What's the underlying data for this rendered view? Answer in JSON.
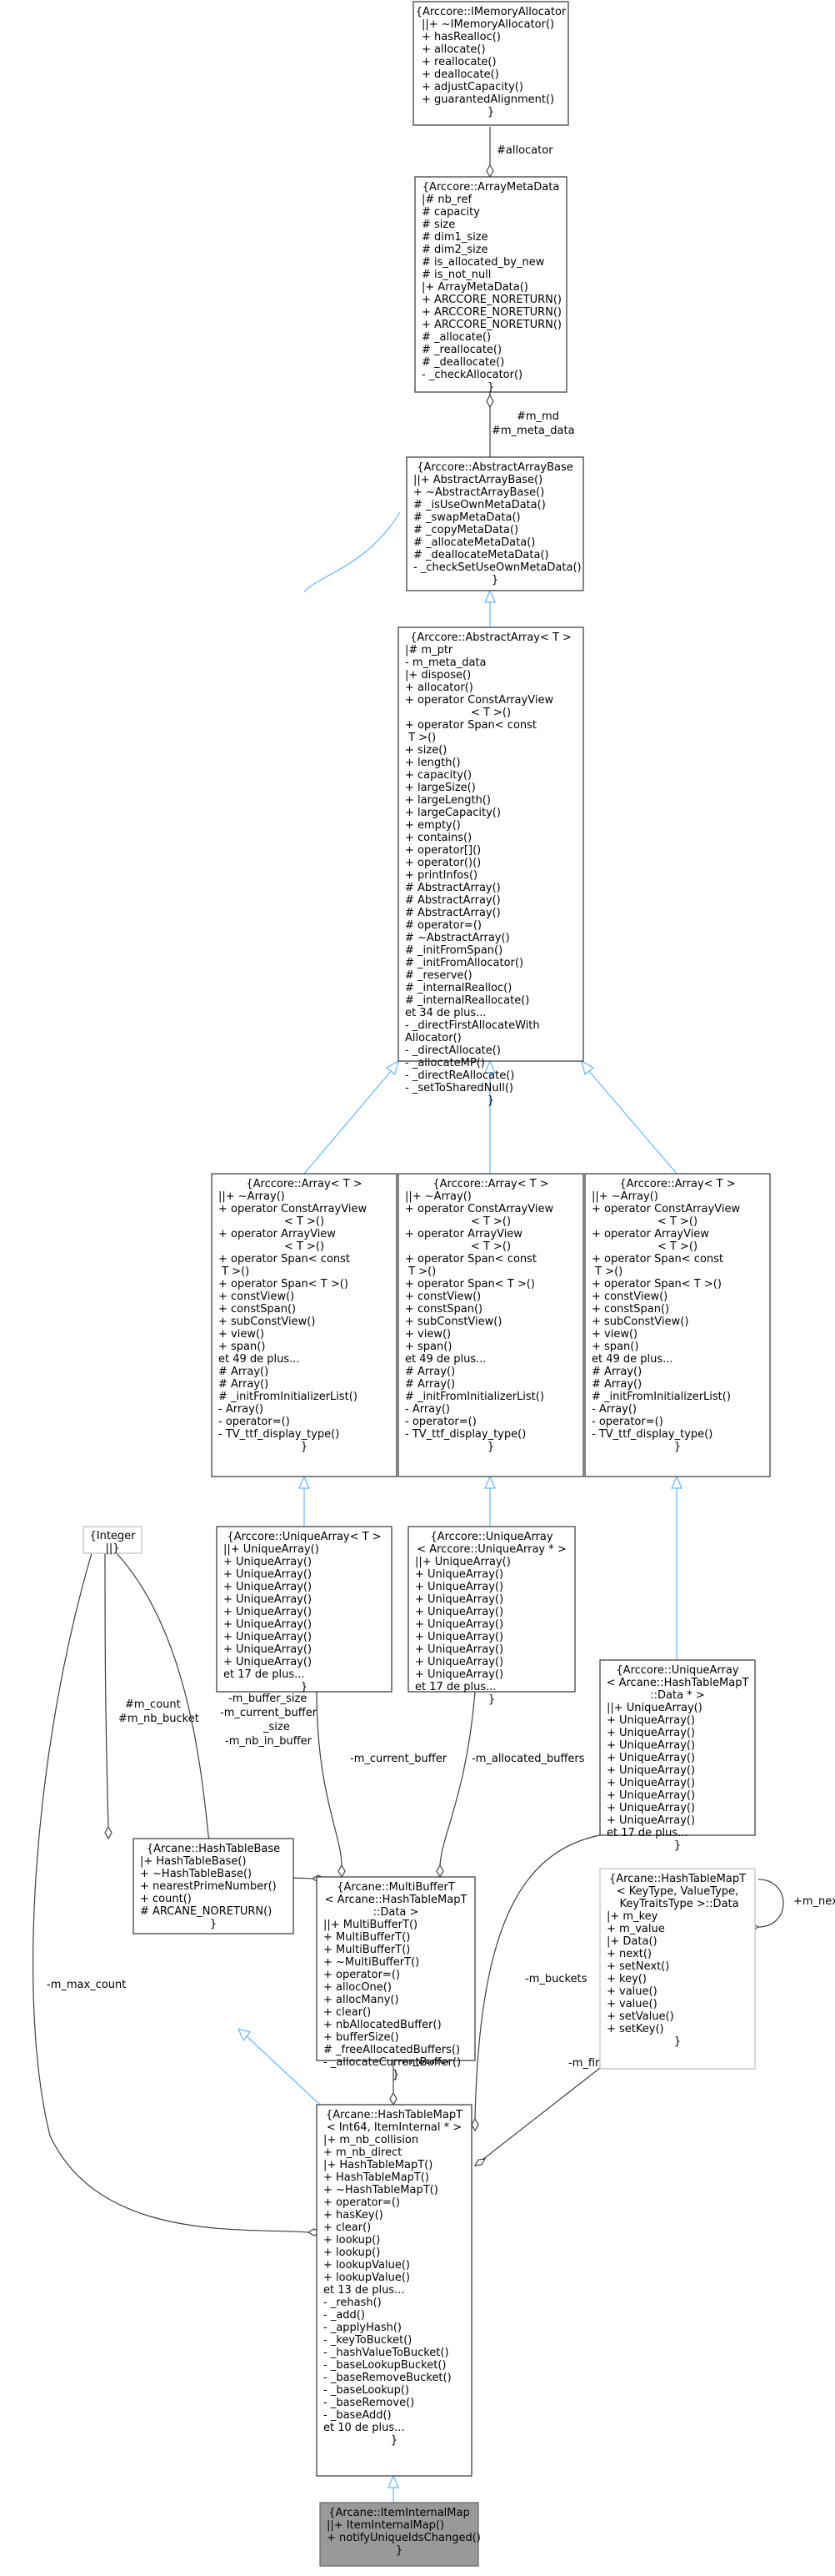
{
  "nodes": {
    "imemory": [
      "{Arccore::IMemoryAllocator",
      "||+ ~IMemoryAllocator()",
      "+ hasRealloc()",
      "+ allocate()",
      "+ reallocate()",
      "+ deallocate()",
      "+ adjustCapacity()",
      "+ guarantedAlignment()",
      "}"
    ],
    "metadata": [
      "{Arccore::ArrayMetaData",
      "|# nb_ref",
      "# capacity",
      "# size",
      "# dim1_size",
      "# dim2_size",
      "# is_allocated_by_new",
      "# is_not_null",
      "|+ ArrayMetaData()",
      "+ ARCCORE_NORETURN()",
      "+ ARCCORE_NORETURN()",
      "+ ARCCORE_NORETURN()",
      "# _allocate()",
      "# _reallocate()",
      "# _deallocate()",
      "- _checkAllocator()",
      "}"
    ],
    "abstractbase": [
      "{Arccore::AbstractArrayBase",
      "||+ AbstractArrayBase()",
      "+ ~AbstractArrayBase()",
      "# _isUseOwnMetaData()",
      "# _swapMetaData()",
      "# _copyMetaData()",
      "# _allocateMetaData()",
      "# _deallocateMetaData()",
      "- _checkSetUseOwnMetaData()",
      "}"
    ],
    "abstractarray": [
      "{Arccore::AbstractArray< T >",
      "|# m_ptr",
      "- m_meta_data",
      "|+ dispose()",
      "+ allocator()",
      "+ operator ConstArrayView",
      "< T >()",
      "+ operator Span< const",
      " T >()",
      "+ size()",
      "+ length()",
      "+ capacity()",
      "+ largeSize()",
      "+ largeLength()",
      "+ largeCapacity()",
      "+ empty()",
      "+ contains()",
      "+ operator[]()",
      "+ operator()()",
      "+ printInfos()",
      "# AbstractArray()",
      "# AbstractArray()",
      "# AbstractArray()",
      "# operator=()",
      "# ~AbstractArray()",
      "# _initFromSpan()",
      "# _initFromAllocator()",
      "# _reserve()",
      "# _internalRealloc()",
      "# _internalReallocate()",
      "et 34 de plus...",
      "- _directFirstAllocateWith",
      "Allocator()",
      "- _directAllocate()",
      "- _allocateMP()",
      "- _directReAllocate()",
      "- _setToSharedNull()",
      "}"
    ],
    "array1": [
      "{Arccore::Array< T >",
      "||+ ~Array()",
      "+ operator ConstArrayView",
      "< T >()",
      "+ operator ArrayView",
      "< T >()",
      "+ operator Span< const",
      " T >()",
      "+ operator Span< T >()",
      "+ constView()",
      "+ constSpan()",
      "+ subConstView()",
      "+ view()",
      "+ span()",
      "et 49 de plus...",
      "# Array()",
      "# Array()",
      "# _initFromInitializerList()",
      "- Array()",
      "- operator=()",
      "- TV_ttf_display_type()",
      "}"
    ],
    "array2": [
      "{Arccore::Array< T >",
      "||+ ~Array()",
      "+ operator ConstArrayView",
      "< T >()",
      "+ operator ArrayView",
      "< T >()",
      "+ operator Span< const",
      " T >()",
      "+ operator Span< T >()",
      "+ constView()",
      "+ constSpan()",
      "+ subConstView()",
      "+ view()",
      "+ span()",
      "et 49 de plus...",
      "# Array()",
      "# Array()",
      "# _initFromInitializerList()",
      "- Array()",
      "- operator=()",
      "- TV_ttf_display_type()",
      "}"
    ],
    "array3": [
      "{Arccore::Array< T >",
      "||+ ~Array()",
      "+ operator ConstArrayView",
      "< T >()",
      "+ operator ArrayView",
      "< T >()",
      "+ operator Span< const",
      " T >()",
      "+ operator Span< T >()",
      "+ constView()",
      "+ constSpan()",
      "+ subConstView()",
      "+ view()",
      "+ span()",
      "et 49 de plus...",
      "# Array()",
      "# Array()",
      "# _initFromInitializerList()",
      "- Array()",
      "- operator=()",
      "- TV_ttf_display_type()",
      "}"
    ],
    "uniqueT": [
      "{Arccore::UniqueArray< T >",
      "||+ UniqueArray()",
      "+ UniqueArray()",
      "+ UniqueArray()",
      "+ UniqueArray()",
      "+ UniqueArray()",
      "+ UniqueArray()",
      "+ UniqueArray()",
      "+ UniqueArray()",
      "+ UniqueArray()",
      "+ UniqueArray()",
      "et 17 de plus...",
      "}"
    ],
    "uniqueU": [
      "{Arccore::UniqueArray",
      "< Arccore::UniqueArray * >",
      "||+ UniqueArray()",
      "+ UniqueArray()",
      "+ UniqueArray()",
      "+ UniqueArray()",
      "+ UniqueArray()",
      "+ UniqueArray()",
      "+ UniqueArray()",
      "+ UniqueArray()",
      "+ UniqueArray()",
      "+ UniqueArray()",
      "et 17 de plus...",
      "}"
    ],
    "uniqueH": [
      "{Arccore::UniqueArray",
      "< Arcane::HashTableMapT",
      "::Data * >",
      "||+ UniqueArray()",
      "+ UniqueArray()",
      "+ UniqueArray()",
      "+ UniqueArray()",
      "+ UniqueArray()",
      "+ UniqueArray()",
      "+ UniqueArray()",
      "+ UniqueArray()",
      "+ UniqueArray()",
      "+ UniqueArray()",
      "et 17 de plus...",
      "}"
    ],
    "integer": [
      "{Integer",
      "||}"
    ],
    "multibuffer": [
      "{Arcane::MultiBufferT",
      "< Arcane::HashTableMapT",
      "::Data >",
      "||+ MultiBufferT()",
      "+ MultiBufferT()",
      "+ MultiBufferT()",
      "+ ~MultiBufferT()",
      "+ operator=()",
      "+ allocOne()",
      "+ allocMany()",
      "+ clear()",
      "+ nbAllocatedBuffer()",
      "+ bufferSize()",
      "# _freeAllocatedBuffers()",
      "- _allocateCurrentBuffer()",
      "}"
    ],
    "hashbase": [
      "{Arcane::HashTableBase",
      "|+ HashTableBase()",
      "+ ~HashTableBase()",
      "+ nearestPrimeNumber()",
      "+ count()",
      "# ARCANE_NORETURN()",
      "}"
    ],
    "data": [
      "{Arcane::HashTableMapT",
      "< KeyType, ValueType,",
      " KeyTraitsType >::Data",
      "|+ m_key",
      "+ m_value",
      "|+ Data()",
      "+ next()",
      "+ setNext()",
      "+ key()",
      "+ value()",
      "+ value()",
      "+ setValue()",
      "+ setKey()",
      "}"
    ],
    "hashmap": [
      "{Arcane::HashTableMapT",
      "< Int64, ItemInternal * >",
      "|+ m_nb_collision",
      "+ m_nb_direct",
      "|+ HashTableMapT()",
      "+ HashTableMapT()",
      "+ ~HashTableMapT()",
      "+ operator=()",
      "+ hasKey()",
      "+ clear()",
      "+ lookup()",
      "+ lookup()",
      "+ lookupValue()",
      "+ lookupValue()",
      "et 13 de plus...",
      "- _rehash()",
      "- _add()",
      "- _applyHash()",
      "- _keyToBucket()",
      "- _hashValueToBucket()",
      "- _baseLookupBucket()",
      "- _baseRemoveBucket()",
      "- _baseLookup()",
      "- _baseRemove()",
      "- _baseAdd()",
      "et 10 de plus...",
      "}"
    ],
    "iteminternal": [
      "{Arcane::ItemInternalMap",
      "||+ ItemInternalMap()",
      "+ notifyUniqueIdsChanged()",
      "}"
    ]
  },
  "edge_labels": {
    "allocator": "#allocator",
    "md": "#m_md",
    "meta": "#m_meta_data",
    "count": "#m_count",
    "nbbucket": "#m_nb_bucket",
    "buffer_size": "-m_buffer_size",
    "current_buffer_size": "-m_current_buffer",
    "current_buffer_size2": "_size",
    "nb_in_buffer": "-m_nb_in_buffer",
    "current_buffer": "-m_current_buffer",
    "allocated_buffers": "-m_allocated_buffers",
    "max_count": "-m_max_count",
    "buckets": "-m_buckets",
    "next": "+m_next",
    "buffer": "-m_buffer",
    "first_free": "-m_first_free"
  },
  "colors": {
    "inheritance_edge": "#63b8ff",
    "composition_edge": "#404040",
    "current_node_fill": "#999999"
  }
}
